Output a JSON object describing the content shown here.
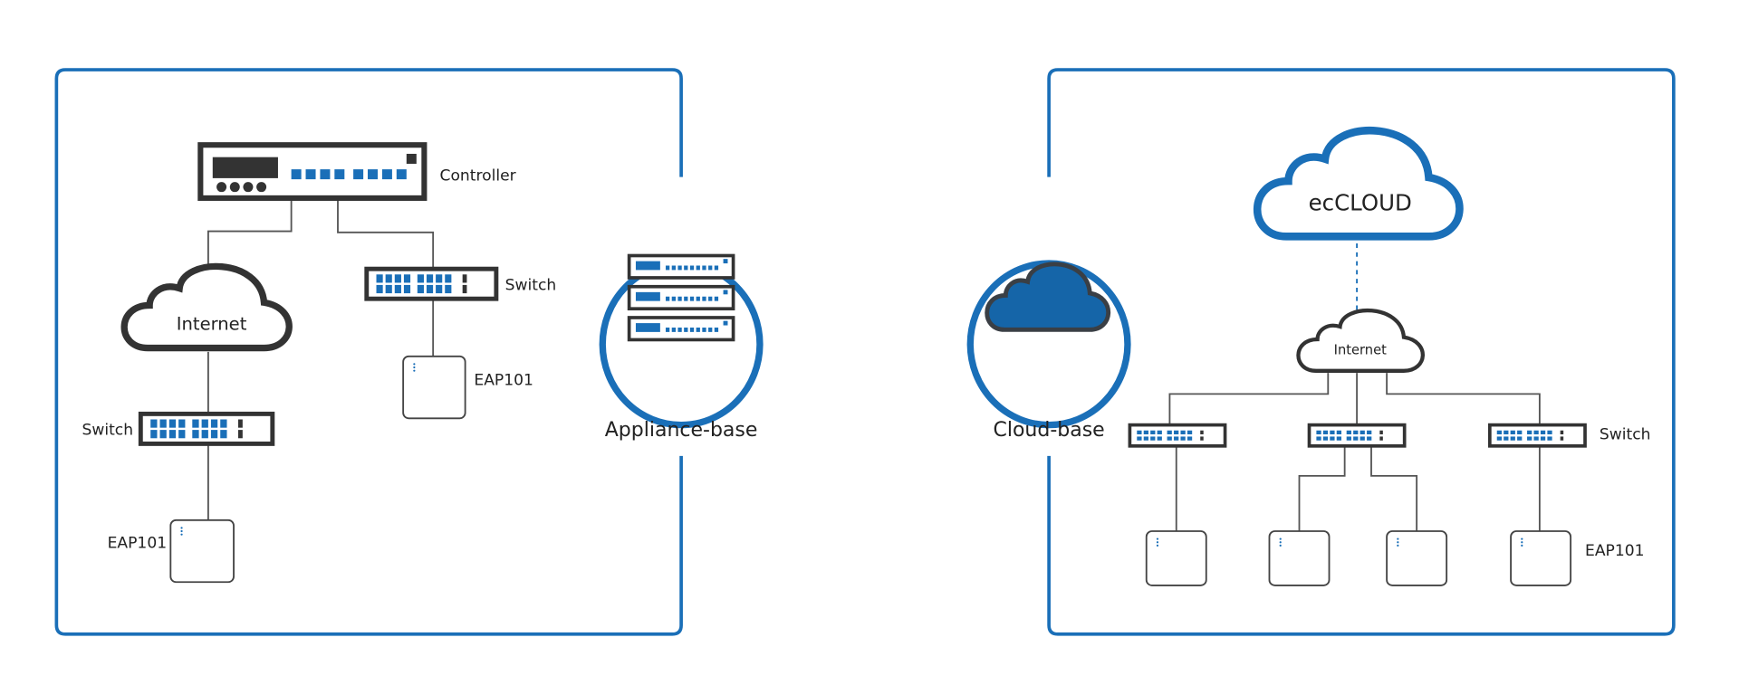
{
  "colors": {
    "frame": "#1a6fb8",
    "device": "#333333",
    "port": "#1a6fb8",
    "line": "#555555",
    "cloud_fill": "#1565a8"
  },
  "left_panel": {
    "title": "Appliance-base",
    "controller_label": "Controller",
    "internet_label": "Internet",
    "switch_label_right": "Switch",
    "switch_label_left": "Switch",
    "ap_label_right": "EAP101",
    "ap_label_left": "EAP101"
  },
  "right_panel": {
    "title": "Cloud-base",
    "cloud_label": "ecCLOUD",
    "internet_label": "Internet",
    "switch_label": "Switch",
    "ap_label": "EAP101"
  }
}
